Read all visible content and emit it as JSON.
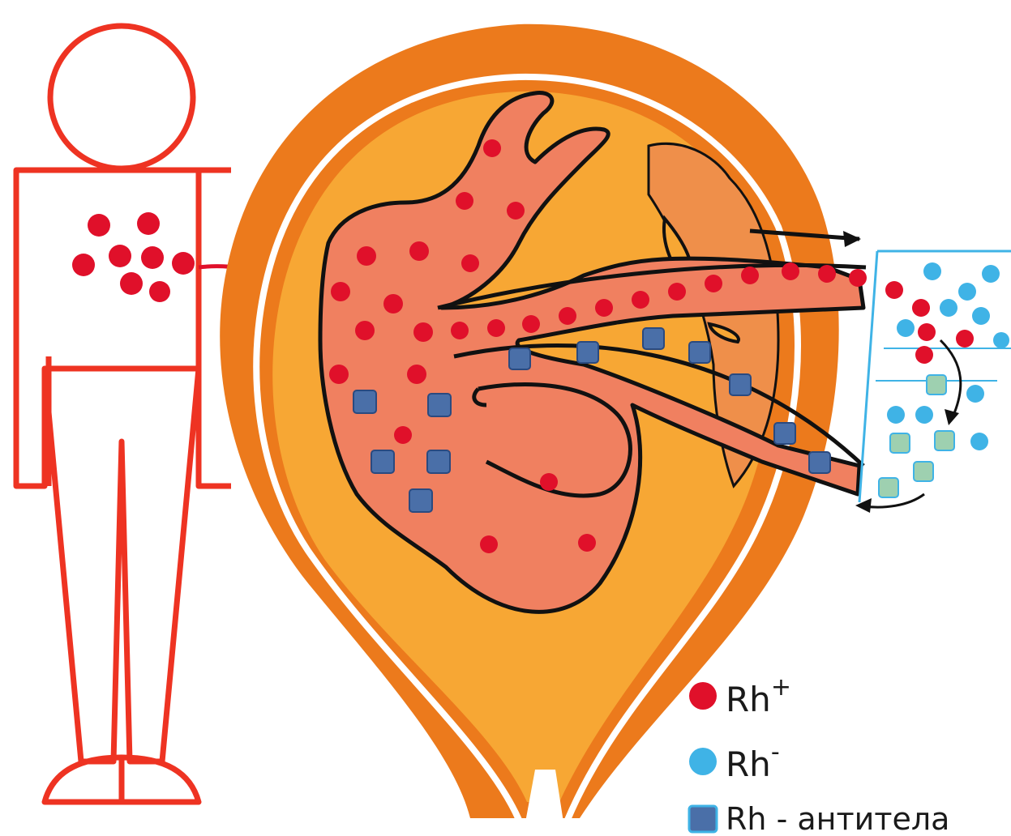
{
  "colors": {
    "rh_positive": "#e0102a",
    "rh_negative": "#3fb3e6",
    "antibody": "#4a6fa8",
    "antibody_light": "#9ed0b0",
    "father_outline": "#ee3322",
    "uterus_wall": "#ec7a1c",
    "amniotic": "#f7a734",
    "fetus": "#f08060",
    "outline": "#111111"
  },
  "icons": {
    "rh_positive": "red-dot-icon",
    "rh_negative": "blue-dot-icon",
    "antibody": "antibody-square-icon"
  },
  "legend": {
    "rh_positive": {
      "base": "Rh",
      "sup": "+"
    },
    "rh_negative": {
      "base": "Rh",
      "sup": "-"
    },
    "antibody": {
      "label": "Rh - антитела"
    }
  }
}
